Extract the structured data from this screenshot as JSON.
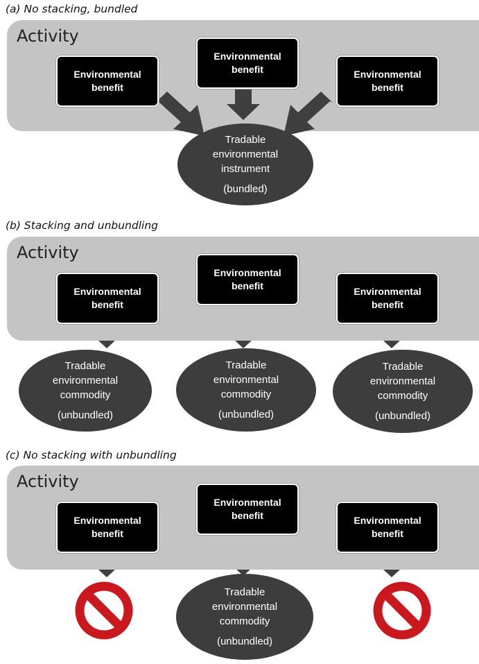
{
  "panels": {
    "a": {
      "title": "(a) No stacking, bundled",
      "activity": "Activity",
      "benefits": [
        "Environmental\nbenefit",
        "Environmental\nbenefit",
        "Environmental\nbenefit"
      ],
      "instrument": {
        "name": "Tradable\nenvironmental\ninstrument",
        "tag": "(bundled)"
      }
    },
    "b": {
      "title": "(b) Stacking and unbundling",
      "activity": "Activity",
      "benefits": [
        "Environmental\nbenefit",
        "Environmental\nbenefit",
        "Environmental\nbenefit"
      ],
      "commodities": [
        {
          "name": "Tradable\nenvironmental\ncommodity",
          "tag": "(unbundled)"
        },
        {
          "name": "Tradable\nenvironmental\ncommodity",
          "tag": "(unbundled)"
        },
        {
          "name": "Tradable\nenvironmental\ncommodity",
          "tag": "(unbundled)"
        }
      ]
    },
    "c": {
      "title": "(c) No stacking with unbundling",
      "activity": "Activity",
      "benefits": [
        "Environmental\nbenefit",
        "Environmental\nbenefit",
        "Environmental\nbenefit"
      ],
      "commodity": {
        "name": "Tradable\nenvironmental\ncommodity",
        "tag": "(unbundled)"
      },
      "prohibited_icon": "no-entry-icon"
    }
  },
  "colors": {
    "band": "#c4c4c4",
    "box": "#000000",
    "oval": "#3d3d3d",
    "arrow": "#3f3f3f",
    "prohibited": "#c9181e"
  }
}
